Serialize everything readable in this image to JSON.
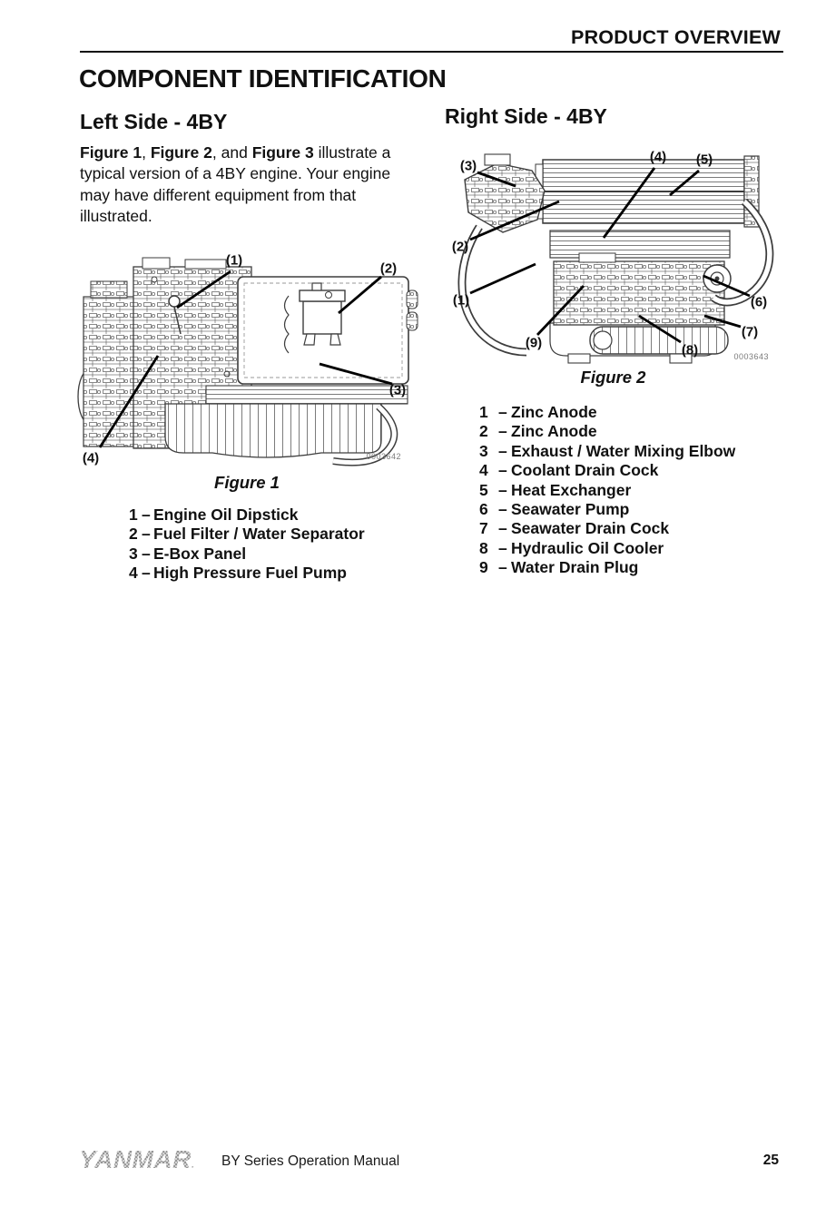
{
  "header": {
    "title": "PRODUCT OVERVIEW"
  },
  "section_title": "COMPONENT IDENTIFICATION",
  "colors": {
    "text": "#111111",
    "line_art": "#3d3d3d",
    "logo_gray": "#8c8c8c"
  },
  "left": {
    "heading": "Left Side - 4BY",
    "intro": {
      "fig1": "Figure 1",
      "comma": ", ",
      "fig2": "Figure 2",
      "and": ", and ",
      "fig3": "Figure 3",
      "rest": " illustrate a typical version of a 4BY engine. Your engine may have different equipment from that illustrated."
    },
    "figure": {
      "caption": "Figure 1",
      "code": "0003642",
      "dash": "–",
      "callouts": [
        "(1)",
        "(2)",
        "(3)",
        "(4)"
      ],
      "items": [
        {
          "num": "1",
          "label": "Engine Oil Dipstick"
        },
        {
          "num": "2",
          "label": "Fuel Filter / Water Separator"
        },
        {
          "num": "3",
          "label": "E-Box Panel"
        },
        {
          "num": "4",
          "label": "High Pressure Fuel Pump"
        }
      ]
    }
  },
  "right": {
    "heading": "Right Side - 4BY",
    "figure": {
      "caption": "Figure 2",
      "code": "0003643",
      "dash": "–",
      "callouts": [
        "(1)",
        "(2)",
        "(3)",
        "(4)",
        "(5)",
        "(6)",
        "(7)",
        "(8)",
        "(9)"
      ],
      "items": [
        {
          "num": "1",
          "label": "Zinc Anode"
        },
        {
          "num": "2",
          "label": "Zinc Anode"
        },
        {
          "num": "3",
          "label": "Exhaust / Water Mixing Elbow"
        },
        {
          "num": "4",
          "label": "Coolant Drain Cock"
        },
        {
          "num": "5",
          "label": "Heat Exchanger"
        },
        {
          "num": "6",
          "label": "Seawater Pump"
        },
        {
          "num": "7",
          "label": "Seawater Drain Cock"
        },
        {
          "num": "8",
          "label": "Hydraulic Oil Cooler"
        },
        {
          "num": "9",
          "label": "Water Drain Plug"
        }
      ]
    }
  },
  "footer": {
    "logo_text": "YANMAR",
    "logo_mark": ".",
    "manual_title": "BY Series Operation Manual",
    "page_number": "25"
  }
}
